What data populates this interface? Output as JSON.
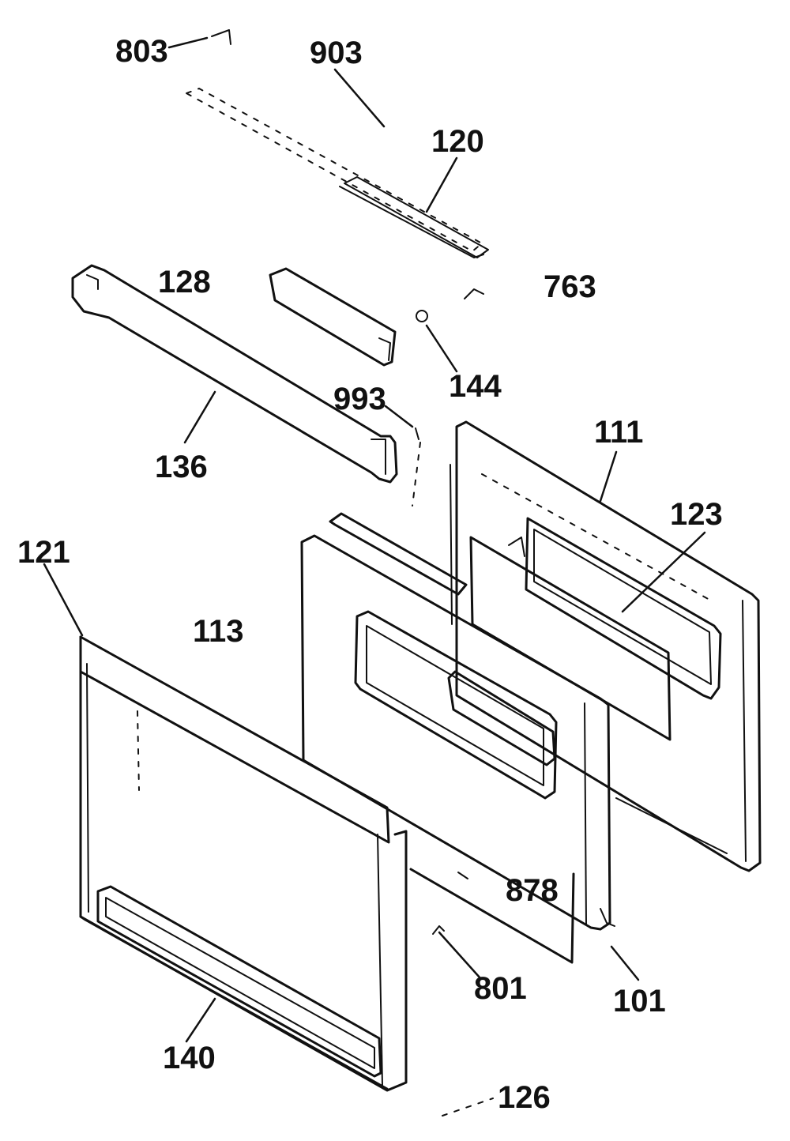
{
  "callouts": {
    "c803": "803",
    "c903": "903",
    "c120": "120",
    "c128": "128",
    "c763": "763",
    "c144": "144",
    "c993": "993",
    "c111": "111",
    "c136": "136",
    "c123": "123",
    "c121": "121",
    "c113": "113",
    "c878": "878",
    "c801": "801",
    "c101": "101",
    "c140": "140",
    "c126": "126"
  },
  "colors": {
    "ink": "#111111",
    "paper": "#ffffff"
  }
}
